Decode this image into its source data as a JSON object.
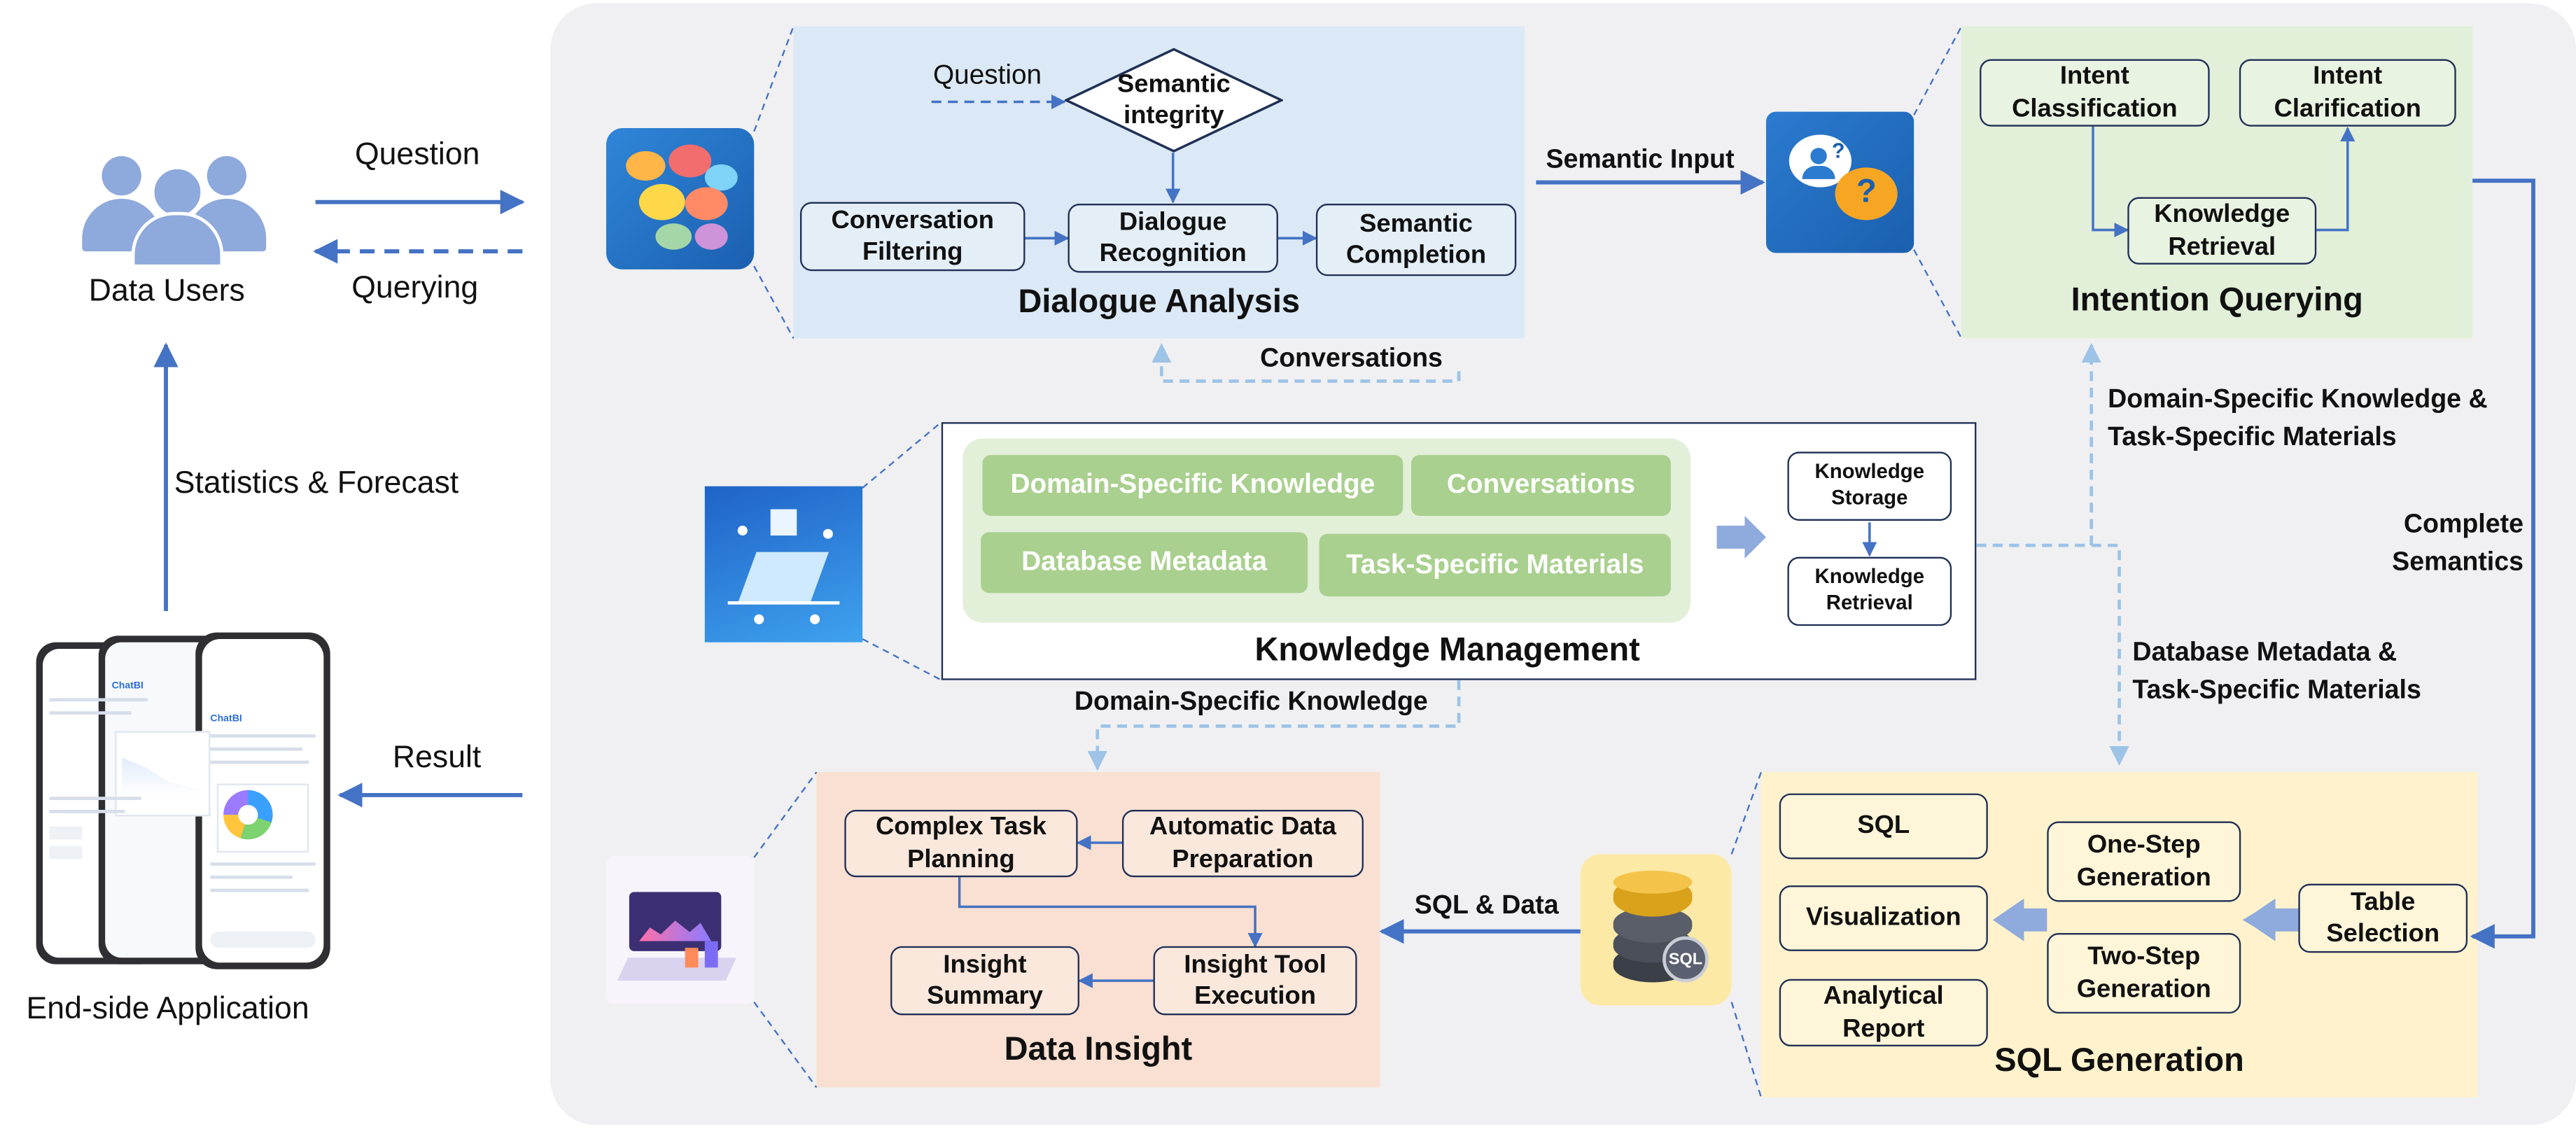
{
  "colors": {
    "arrow": "#4472c4",
    "dashed_arrow": "#9dc3e6",
    "dialogue_bg": "#dbe8f5",
    "intention_bg": "#e2efd9",
    "insight_bg": "#f9e0d2",
    "sql_bg": "#fff2cc",
    "knowledge_tag": "#a9d08e",
    "users_icon": "#8ea9db"
  },
  "left": {
    "users_label": "Data Users",
    "question": "Question",
    "querying": "Querying",
    "stats_forecast": "Statistics & Forecast",
    "result": "Result",
    "app_label": "End-side Application",
    "phone_brand": "ChatBI"
  },
  "dialogue": {
    "title": "Dialogue Analysis",
    "question": "Question",
    "semantic_integrity": "Semantic\nintegrity",
    "conversation_filtering": "Conversation\nFiltering",
    "dialogue_recognition": "Dialogue\nRecognition",
    "semantic_completion": "Semantic\nCompletion"
  },
  "semantic_input": "Semantic Input",
  "intention": {
    "title": "Intention Querying",
    "intent_classification": "Intent\nClassification",
    "intent_clarification": "Intent\nClarification",
    "knowledge_retrieval": "Knowledge\nRetrieval"
  },
  "conversations_label": "Conversations",
  "domain_task_label": "Domain-Specific Knowledge &\nTask-Specific Materials",
  "complete_semantics": "Complete\nSemantics",
  "db_task_label": "Database Metadata &\nTask-Specific Materials",
  "knowledge": {
    "title": "Knowledge Management",
    "tags": [
      "Domain-Specific Knowledge",
      "Conversations",
      "Database Metadata",
      "Task-Specific Materials"
    ],
    "storage": "Knowledge\nStorage",
    "retrieval": "Knowledge\nRetrieval"
  },
  "domain_knowledge_label": "Domain-Specific Knowledge",
  "insight": {
    "title": "Data Insight",
    "complex_task": "Complex Task\nPlanning",
    "auto_prep": "Automatic Data\nPreparation",
    "insight_summary": "Insight\nSummary",
    "insight_tool": "Insight Tool\nExecution"
  },
  "sql_data_label": "SQL & Data",
  "sql_icon_text": "SQL",
  "sqlgen": {
    "title": "SQL Generation",
    "sql": "SQL",
    "visualization": "Visualization",
    "analytical_report": "Analytical\nReport",
    "one_step": "One-Step\nGeneration",
    "two_step": "Two-Step\nGeneration",
    "table_selection": "Table\nSelection"
  }
}
